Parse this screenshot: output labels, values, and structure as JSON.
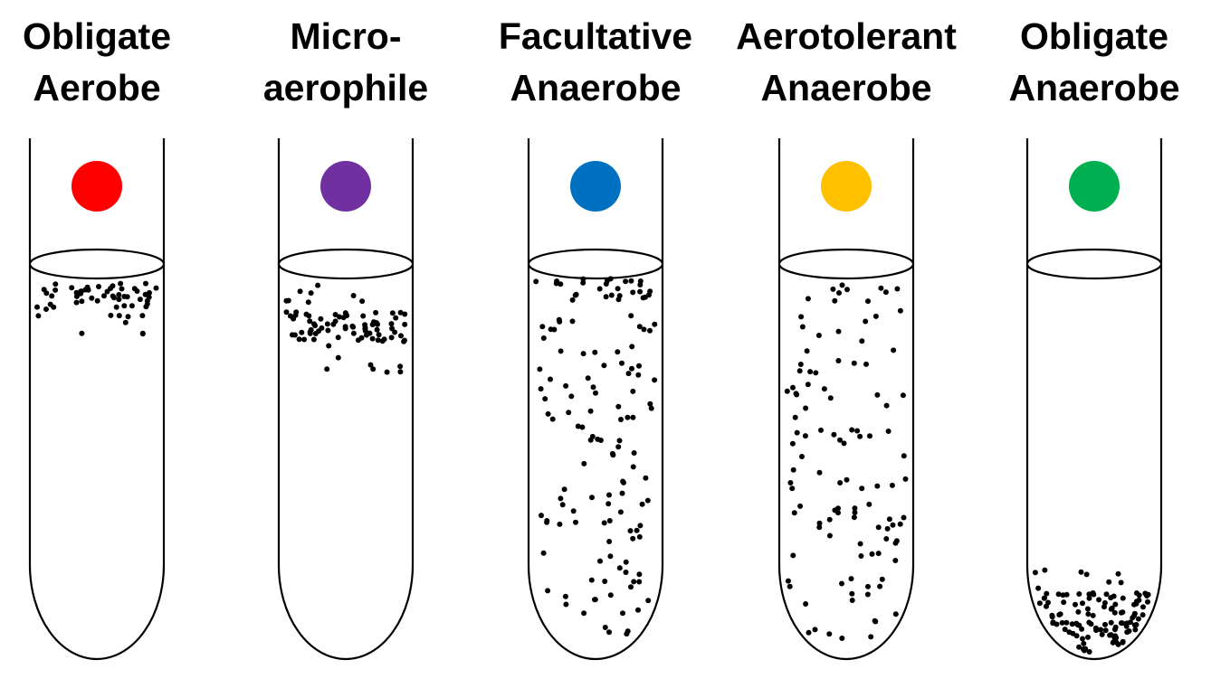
{
  "tubes": [
    {
      "id": "obligate-aerobe",
      "label_line1": "Obligate",
      "label_line2": "Aerobe",
      "indicator_color": "#ff0000",
      "growth": "top"
    },
    {
      "id": "microaerophile",
      "label_line1": "Micro-",
      "label_line2": "aerophile",
      "indicator_color": "#7030a0",
      "growth": "band-below-surface"
    },
    {
      "id": "facultative-anaerobe",
      "label_line1": "Facultative",
      "label_line2": "Anaerobe",
      "indicator_color": "#0070c0",
      "growth": "throughout-denser-top"
    },
    {
      "id": "aerotolerant-anaerobe",
      "label_line1": "Aerotolerant",
      "label_line2": "Anaerobe",
      "indicator_color": "#ffc000",
      "growth": "even-throughout"
    },
    {
      "id": "obligate-anaerobe",
      "label_line1": "Obligate",
      "label_line2": "Anaerobe",
      "indicator_color": "#00b050",
      "growth": "bottom"
    }
  ]
}
